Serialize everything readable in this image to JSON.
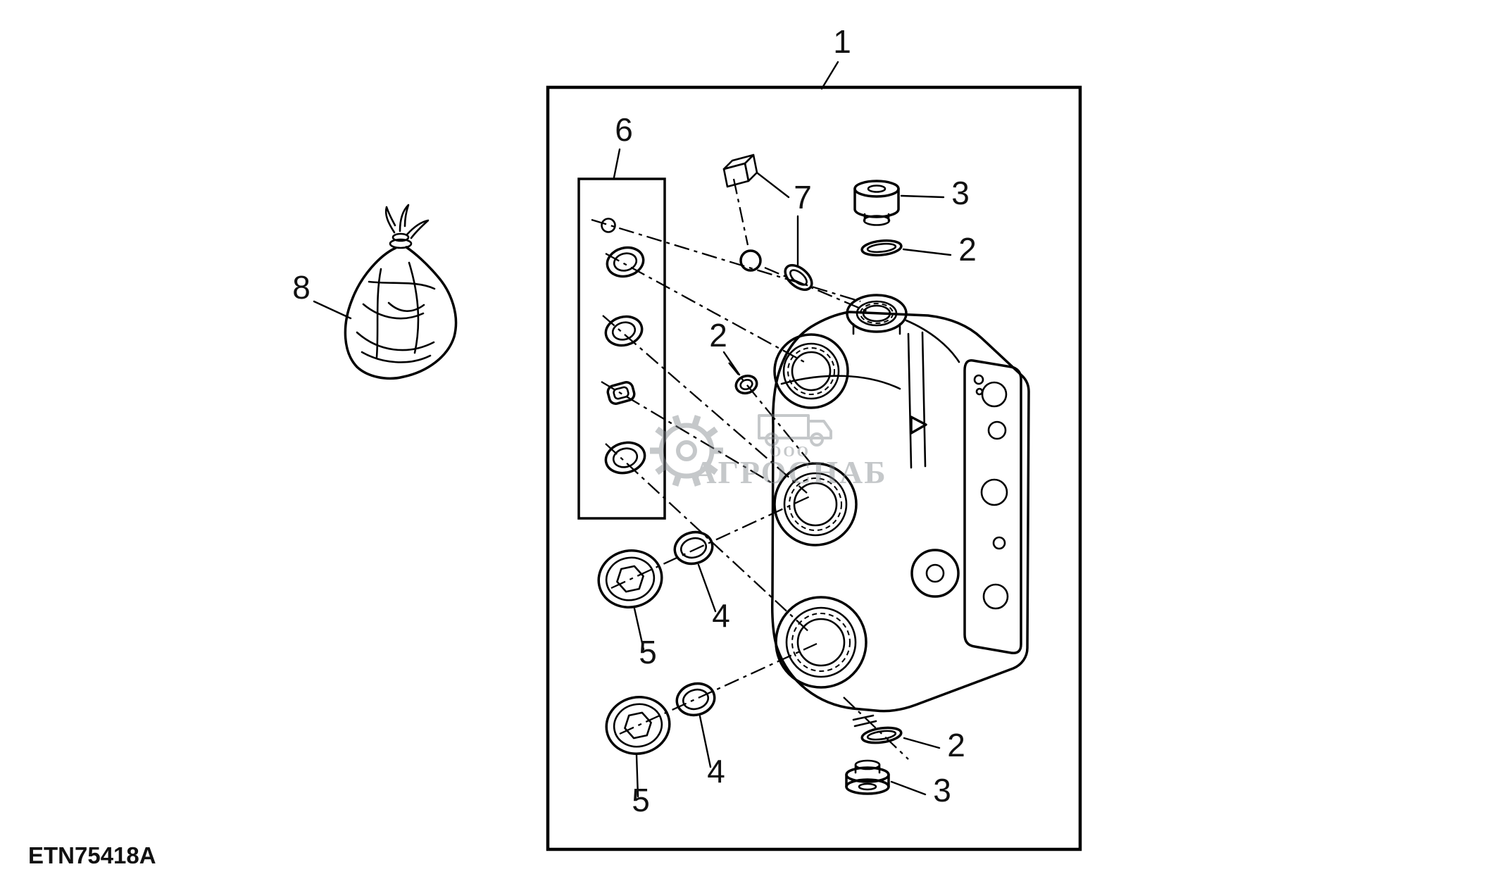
{
  "page": {
    "background": "#ffffff",
    "line_color": "#000000",
    "watermark_color": "#80868c"
  },
  "drawing": {
    "code": "ETN75418A",
    "watermark": {
      "prefix": "ООО",
      "name": "АГРОСНАБ",
      "icons": [
        "gear-icon",
        "truck-icon"
      ]
    },
    "callouts": {
      "frame": "1",
      "seal_kit": "6",
      "valve_parts": "7",
      "plug_top": "3",
      "oring_top": "2",
      "oring_left": "2",
      "oring_upper": "4",
      "plug_upper": "5",
      "oring_lower": "4",
      "plug_lower": "5",
      "oring_bottom": "2",
      "plug_bottom": "3",
      "bag": "8"
    }
  }
}
